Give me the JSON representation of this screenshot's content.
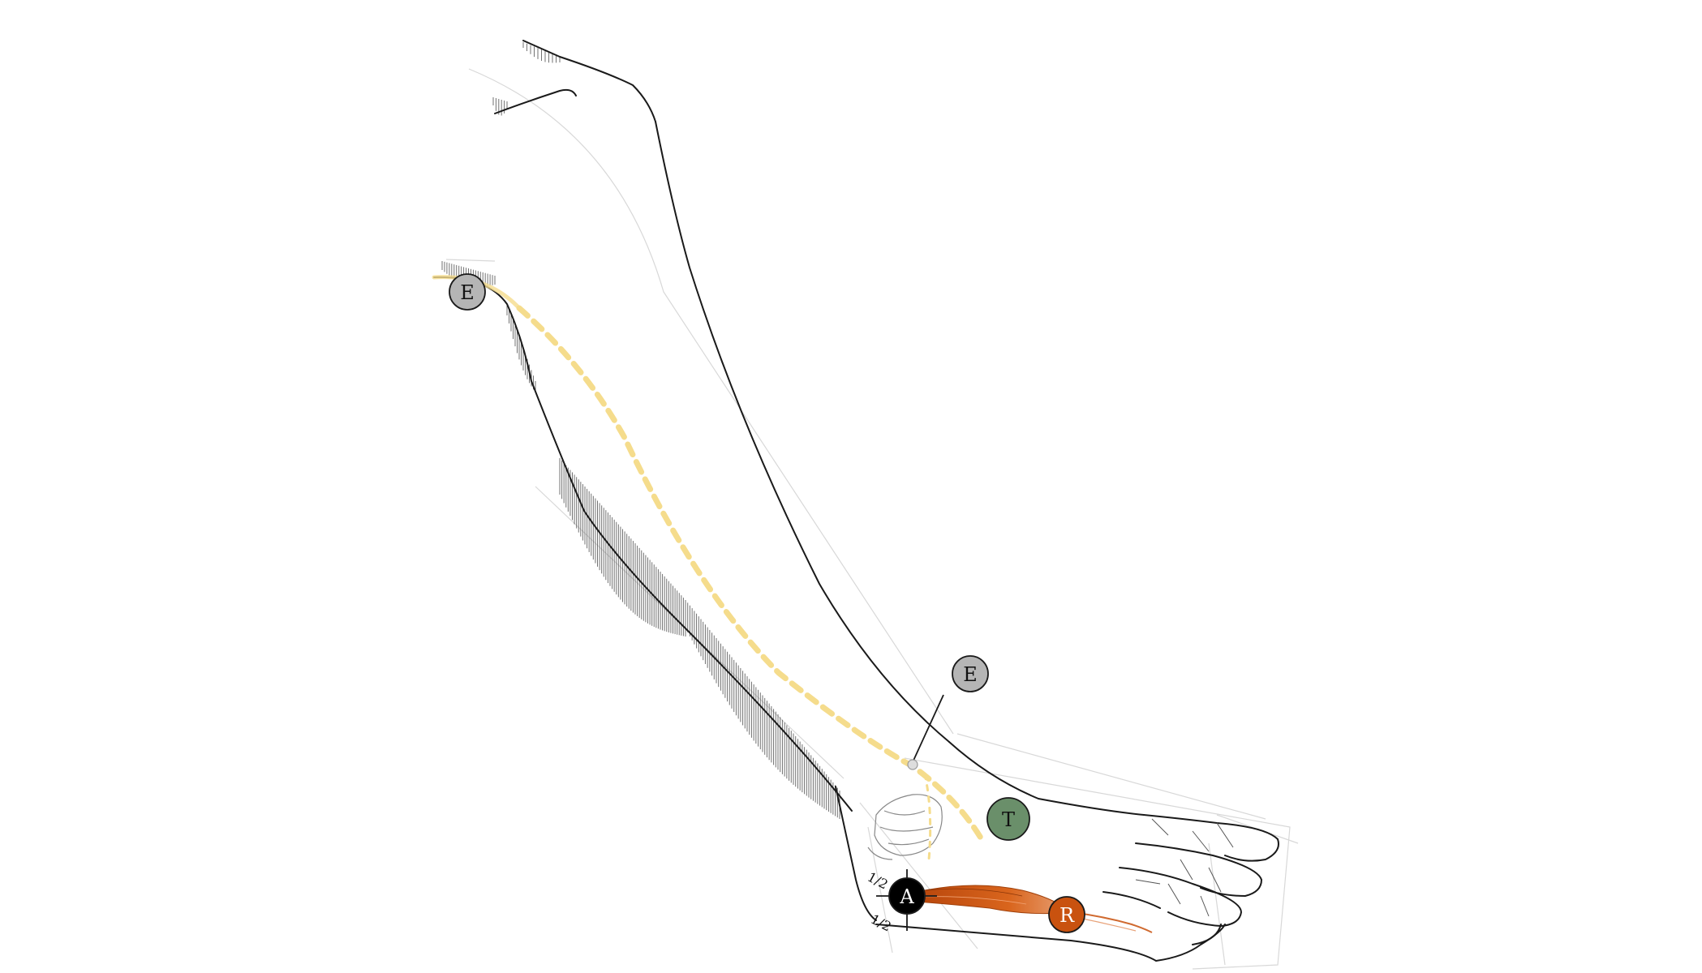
{
  "markers": {
    "e_knee": {
      "letter": "E",
      "fill": "#b5b5b5",
      "text_color": "#111111"
    },
    "e_ankle": {
      "letter": "E",
      "fill": "#b5b5b5",
      "text_color": "#111111"
    },
    "t_foot": {
      "letter": "T",
      "fill": "#6a8f6a",
      "text_color": "#111111"
    },
    "a_heel": {
      "letter": "A",
      "fill": "#000000",
      "text_color": "#ffffff"
    },
    "r_sole": {
      "letter": "R",
      "fill": "#c9520f",
      "text_color": "#ffffff"
    }
  },
  "fractions": {
    "upper": "1/2",
    "lower": "1/2"
  },
  "colors": {
    "outline": "#1a1a1a",
    "hatch": "#444444",
    "guide": "#d8d8d8",
    "nerve_path": "#f5dc8c",
    "muscle": "#c9520f"
  }
}
